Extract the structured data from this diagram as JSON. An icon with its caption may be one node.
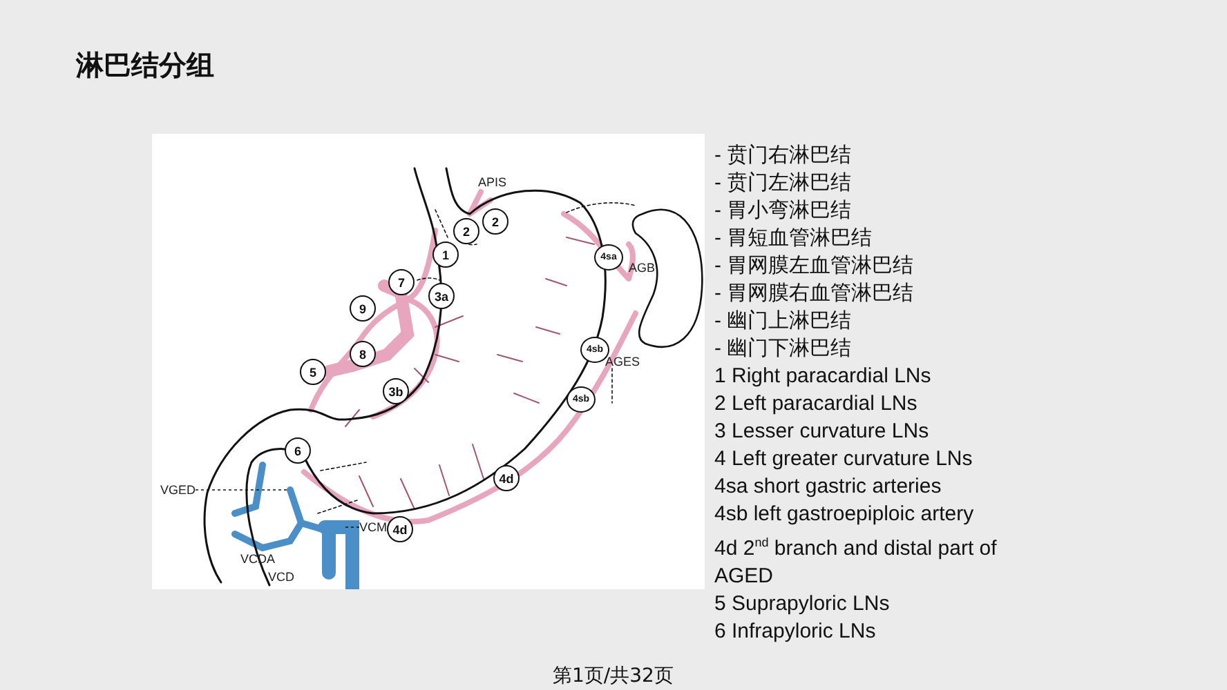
{
  "diagram": {
    "title": "淋巴结分组",
    "nodes": [
      {
        "text": [
          "2"
        ]
      },
      {
        "text": [
          "2"
        ]
      },
      {
        "text": [
          "1"
        ]
      },
      {
        "text": [
          "4sa"
        ]
      },
      {
        "text": [
          "7"
        ]
      },
      {
        "text": [
          "3a"
        ]
      },
      {
        "text": [
          "9"
        ]
      },
      {
        "text": [
          "4sb"
        ]
      },
      {
        "text": [
          "8"
        ]
      },
      {
        "text": [
          "5"
        ]
      },
      {
        "text": [
          "3b"
        ]
      },
      {
        "text": [
          "4sb"
        ]
      },
      {
        "text": [
          "6"
        ]
      },
      {
        "text": [
          "4d"
        ]
      },
      {
        "text": [
          "VGED"
        ]
      },
      {
        "text": [
          "VCM"
        ]
      },
      {
        "text": [
          "4d"
        ]
      }
    ],
    "edges": [
      {
        "from": 14,
        "to": null,
        "arrow": "none",
        "style": "dashed"
      },
      {
        "from": 15,
        "to": null,
        "arrow": "none",
        "style": "dashed"
      }
    ],
    "labels": [
      "APIS",
      "AGB",
      "AGES",
      "VCDA",
      "VCD",
      "- 贲门右淋巴结",
      "- 贲门左淋巴结",
      "- 胃小弯淋巴结",
      "- 胃短血管淋巴结",
      "- 胃网膜左血管淋巴结",
      "- 胃网膜右血管淋巴结",
      "- 幽门上淋巴结",
      "- 幽门下淋巴结",
      "1 Right paracardial LNs",
      "2 Left paracardial LNs",
      "3 Lesser curvature LNs",
      "4 Left greater curvature LNs",
      "4sa short gastric arteries",
      "4sb left gastroepiploic artery",
      "4d 2$^{nd}$ branch and distal part of AGED",
      "5 Suprapyloric LNs",
      "6 Infrapyloric LNs",
      "第1页/共32页"
    ]
  }
}
